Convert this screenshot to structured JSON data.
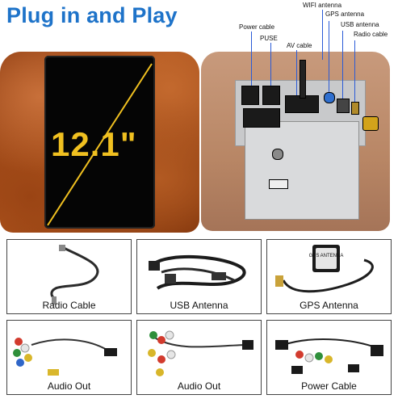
{
  "title": "Plug in and Play",
  "screen_size": "12.1\"",
  "rear_labels": {
    "power_cable": "Power cable",
    "puse": "PUSE",
    "av_cable": "AV cable",
    "wifi_antenna": "WIFI antenna",
    "gps_antenna": "GPS antenna",
    "usb_antenna": "USB antenna",
    "radio_cable": "Radio cable"
  },
  "accessories": [
    {
      "label": "Radio Cable",
      "icon": "radio-cable-icon"
    },
    {
      "label": "USB Antenna",
      "icon": "usb-antenna-icon"
    },
    {
      "label": "GPS Antenna",
      "icon": "gps-antenna-icon",
      "module_text": "GPS ANTENNA"
    },
    {
      "label": "Audio Out",
      "icon": "rca-harness-icon"
    },
    {
      "label": "Audio Out",
      "icon": "rca-harness-icon"
    },
    {
      "label": "Power Cable",
      "icon": "power-harness-icon"
    }
  ],
  "colors": {
    "title": "#1e73c9",
    "screen_size": "#f0c020",
    "wood": "#a84f1a",
    "leader_lines": "#2a5bd7"
  }
}
